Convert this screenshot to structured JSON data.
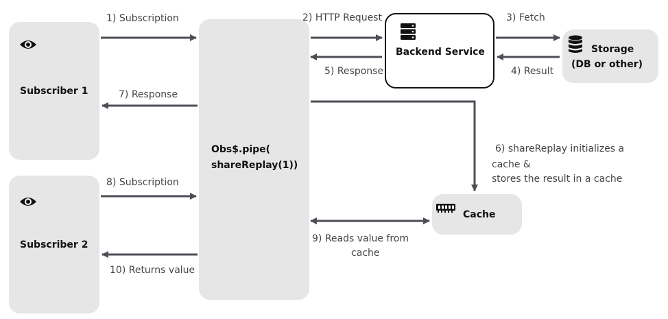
{
  "nodes": {
    "subscriber1": {
      "label": "Subscriber 1",
      "icon": "eye-icon"
    },
    "subscriber2": {
      "label": "Subscriber 2",
      "icon": "eye-icon"
    },
    "observable": {
      "line1": "Obs$.pipe(",
      "line2": "shareReplay(1))"
    },
    "backend": {
      "label": "Backend Service",
      "icon": "server-icon"
    },
    "storage": {
      "line1": "Storage",
      "line2": "(DB or other)",
      "icon": "database-icon"
    },
    "cache": {
      "label": "Cache",
      "icon": "memory-icon"
    }
  },
  "edges": {
    "e1": "1) Subscription",
    "e2": "2) HTTP Request",
    "e3": "3) Fetch",
    "e4": "4) Result",
    "e5": "5) Response",
    "e6": {
      "line1": "6) shareReplay initializes a",
      "line2": "cache &",
      "line3": "stores the result in a cache"
    },
    "e7": "7) Response",
    "e8": "8) Subscription",
    "e9": {
      "line1": "9) Reads value from",
      "line2": "cache"
    },
    "e10": "10) Returns value"
  },
  "colors": {
    "arrow": "#4d4d55",
    "box_fill": "#e6e6e6",
    "backend_border": "#111111"
  }
}
